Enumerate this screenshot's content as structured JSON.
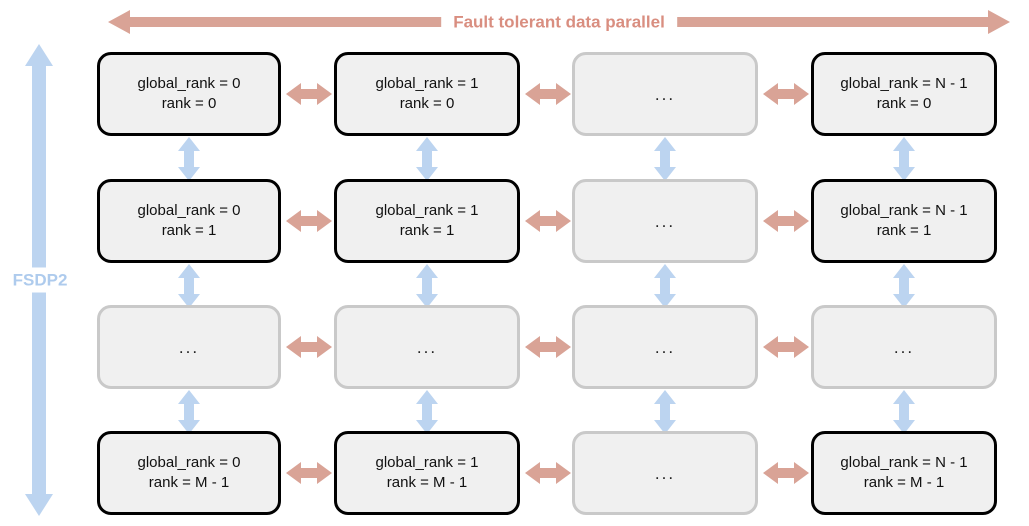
{
  "diagram": {
    "title_axis": {
      "label": "Fault tolerant data parallel",
      "color": "#d98e80",
      "direction": "bidirectional-horizontal"
    },
    "side_axis": {
      "label": "FSDP2",
      "color": "#aecbed",
      "direction": "bidirectional-vertical"
    },
    "colors": {
      "node_fill": "#f0f0f0",
      "node_border_solid": "#000000",
      "node_border_ghost": "#c9c9c9",
      "horizontal_arrow": "#d9a396",
      "vertical_arrow": "#bcd4f0",
      "background": "#ffffff"
    },
    "ellipsis": "...",
    "grid": {
      "rows": [
        {
          "row_id": "row-rank-0",
          "cells": [
            {
              "kind": "node",
              "line1": "global_rank = 0",
              "line2": "rank = 0"
            },
            {
              "kind": "node",
              "line1": "global_rank = 1",
              "line2": "rank = 0"
            },
            {
              "kind": "ellipsis",
              "text": "..."
            },
            {
              "kind": "node",
              "line1": "global_rank = N - 1",
              "line2": "rank = 0"
            }
          ]
        },
        {
          "row_id": "row-rank-1",
          "cells": [
            {
              "kind": "node",
              "line1": "global_rank = 0",
              "line2": "rank = 1"
            },
            {
              "kind": "node",
              "line1": "global_rank = 1",
              "line2": "rank = 1"
            },
            {
              "kind": "ellipsis",
              "text": "..."
            },
            {
              "kind": "node",
              "line1": "global_rank = N - 1",
              "line2": "rank = 1"
            }
          ]
        },
        {
          "row_id": "row-ellipsis",
          "cells": [
            {
              "kind": "ellipsis",
              "text": "..."
            },
            {
              "kind": "ellipsis",
              "text": "..."
            },
            {
              "kind": "ellipsis",
              "text": "..."
            },
            {
              "kind": "ellipsis",
              "text": "..."
            }
          ]
        },
        {
          "row_id": "row-rank-m-1",
          "cells": [
            {
              "kind": "node",
              "line1": "global_rank = 0",
              "line2": "rank = M - 1"
            },
            {
              "kind": "node",
              "line1": "global_rank = 1",
              "line2": "rank = M - 1"
            },
            {
              "kind": "ellipsis",
              "text": "..."
            },
            {
              "kind": "node",
              "line1": "global_rank = N - 1",
              "line2": "rank = M - 1"
            }
          ]
        }
      ]
    }
  }
}
